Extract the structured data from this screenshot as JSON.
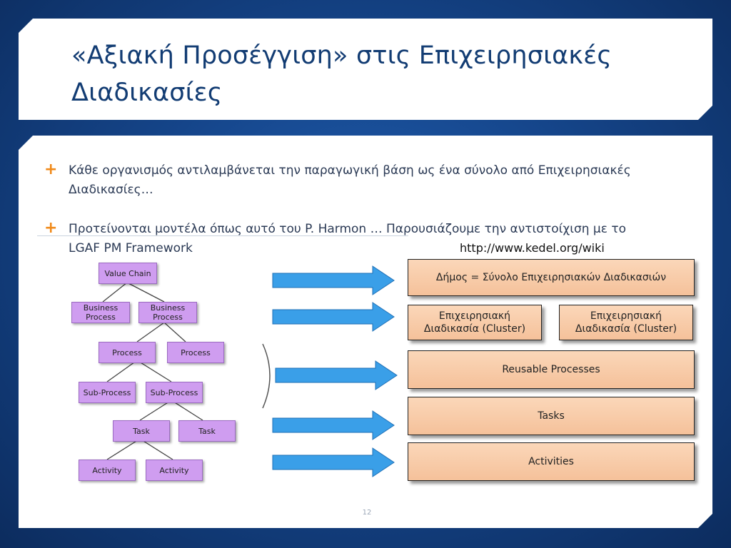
{
  "title": "«Αξιακή Προσέγγιση» στις Επιχειρησιακές Διαδικασίες",
  "bullets": [
    "Κάθε οργανισμός αντιλαμβάνεται την παραγωγική βάση ως ένα σύνολο από Επιχειρησιακές Διαδικασίες…",
    "Προτείνονται μοντέλα όπως αυτό του P. Harmon … Παρουσιάζουμε την αντιστοίχιση με το LGAF PM Framework"
  ],
  "url": "http://www.kedel.org/wiki",
  "page_number": "12",
  "hierarchy_nodes": {
    "value_chain": "Value Chain",
    "business_process_1": "Business Process",
    "business_process_2": "Business Process",
    "process_1": "Process",
    "process_2": "Process",
    "subprocess_1": "Sub-Process",
    "subprocess_2": "Sub-Process",
    "task_1": "Task",
    "task_2": "Task",
    "activity_1": "Activity",
    "activity_2": "Activity"
  },
  "framework_boxes": {
    "dimos": "Δήμος = Σύνολο Επιχειρησιακών Διαδικασιών",
    "cluster_1": "Επιχειρησιακή Διαδικασία (Cluster)",
    "cluster_2": "Επιχειρησιακή Διαδικασία (Cluster)",
    "reusable": "Reusable Processes",
    "tasks": "Tasks",
    "activities": "Activities"
  },
  "colors": {
    "node_fill": "#cf9df0",
    "box_fill": "#f8cba8",
    "arrow_fill": "#3a9fe8",
    "title_color": "#123c73",
    "bullet_color": "#f08a1a"
  }
}
